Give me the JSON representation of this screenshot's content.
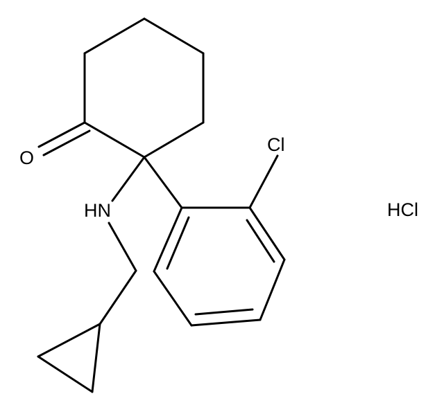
{
  "molecule": {
    "atom_labels": {
      "oxygen": "O",
      "amine": "HN",
      "chlorine": "Cl"
    },
    "salt": "HCl"
  },
  "colors": {
    "bond": "#000000",
    "text": "#000000",
    "background": "#ffffff"
  }
}
